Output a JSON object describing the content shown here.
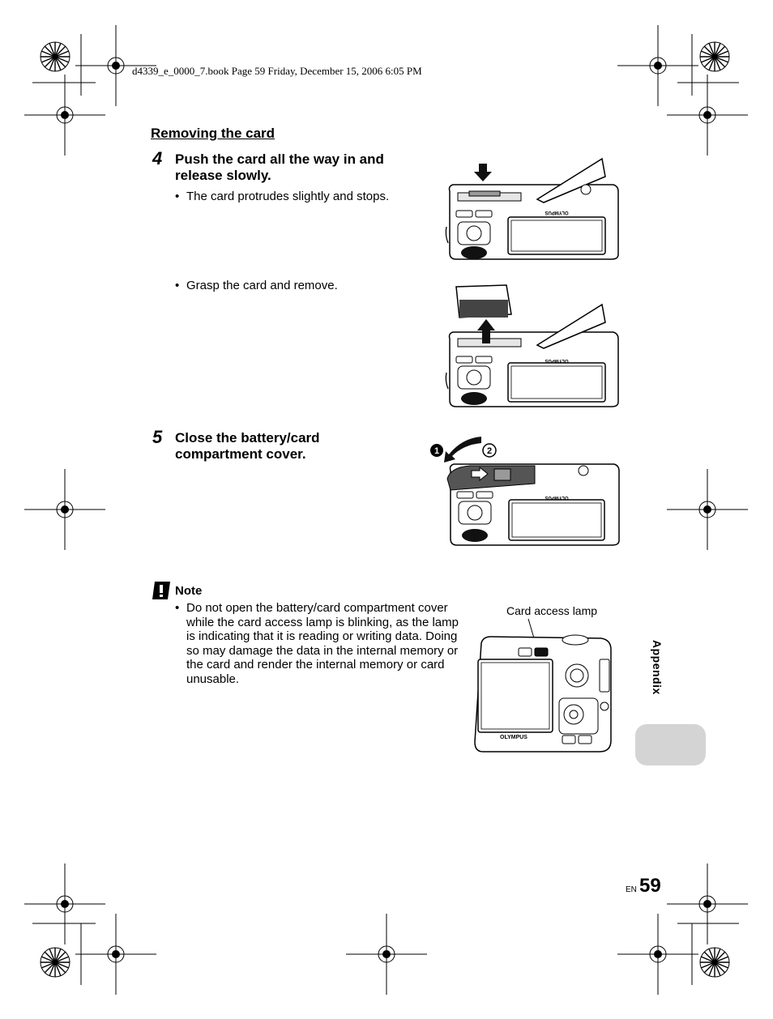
{
  "header": {
    "print_line": "d4339_e_0000_7.book  Page 59  Friday, December 15, 2006  6:05 PM"
  },
  "section": {
    "title": "Removing the card"
  },
  "step4": {
    "number": "4",
    "text": "Push the card all the way in and release slowly.",
    "bullets": [
      "The card protrudes slightly and stops.",
      "Grasp the card and remove."
    ]
  },
  "step5": {
    "number": "5",
    "text": "Close the battery/card compartment cover.",
    "markers": [
      "1",
      "2"
    ]
  },
  "camera_brand": "OLYMPUS",
  "note": {
    "icon": "note-exclamation-icon",
    "title": "Note",
    "text": "Do not open the battery/card compartment cover while the card access lamp is blinking, as the lamp is indicating that it is reading or writing data. Doing so may damage the data in the internal memory or the card and render the internal memory or card unusable."
  },
  "figure": {
    "caption": "Card access lamp"
  },
  "side_tab": {
    "label": "Appendix",
    "color": "#d4d4d4"
  },
  "footer": {
    "lang": "EN",
    "page": "59"
  }
}
